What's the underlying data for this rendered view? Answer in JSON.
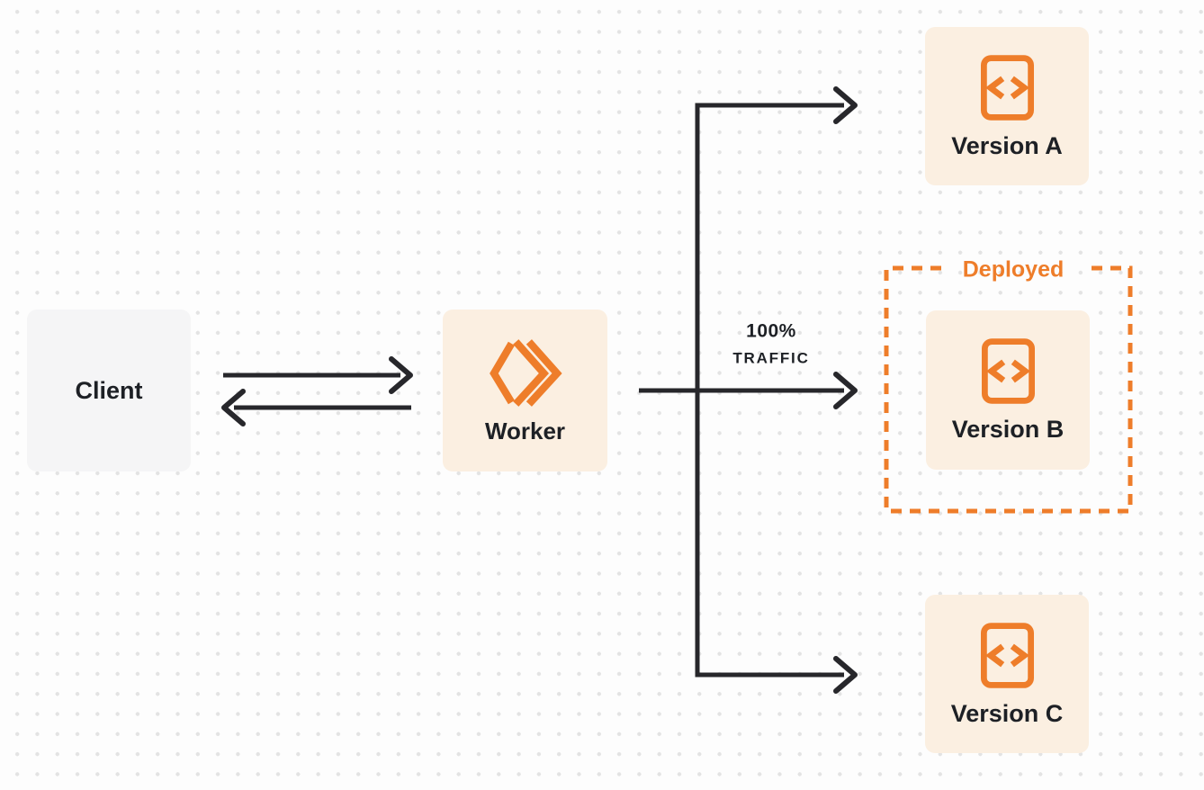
{
  "diagram": {
    "type": "architecture-flow",
    "nodes": {
      "client": {
        "label": "Client",
        "icon": null
      },
      "worker": {
        "label": "Worker",
        "icon": "cloudflare-workers-icon"
      },
      "version_a": {
        "label": "Version A",
        "icon": "code-file-icon"
      },
      "version_b": {
        "label": "Version B",
        "icon": "code-file-icon"
      },
      "version_c": {
        "label": "Version C",
        "icon": "code-file-icon"
      }
    },
    "groups": {
      "deployed": {
        "label": "Deployed",
        "contains": [
          "version_b"
        ],
        "style": "dashed-orange"
      }
    },
    "traffic_label": {
      "line1": "100%",
      "line2": "TRAFFIC"
    },
    "edges": [
      {
        "from": "client",
        "to": "worker",
        "style": "arrow-right"
      },
      {
        "from": "worker",
        "to": "client",
        "style": "arrow-left"
      },
      {
        "from": "worker",
        "to": "version_a",
        "label": ""
      },
      {
        "from": "worker",
        "to": "version_b",
        "label": "100% TRAFFIC"
      },
      {
        "from": "worker",
        "to": "version_c",
        "label": ""
      }
    ],
    "colors": {
      "accent_orange": "#ee7d2a",
      "node_fill_cream": "#fbefe1",
      "node_fill_gray": "#f5f5f6",
      "arrow": "#27272b",
      "text": "#1d2025",
      "background": "#fdfdfd",
      "grid_dots": "#e3e3e3"
    }
  }
}
